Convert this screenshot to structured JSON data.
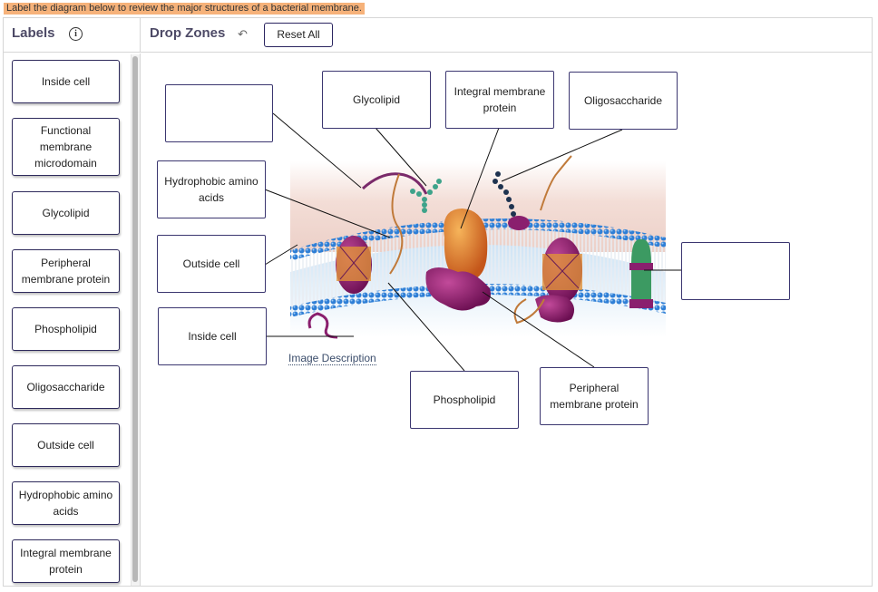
{
  "instruction": "Label the diagram below to review the major structures of a bacterial membrane.",
  "labels_panel": {
    "title": "Labels",
    "info_icon": "info-icon",
    "items": [
      {
        "label": "Inside cell"
      },
      {
        "label": "Functional membrane microdomain"
      },
      {
        "label": "Glycolipid"
      },
      {
        "label": "Peripheral membrane protein"
      },
      {
        "label": "Phospholipid"
      },
      {
        "label": "Oligosaccharide"
      },
      {
        "label": "Outside cell"
      },
      {
        "label": "Hydrophobic amino acids"
      },
      {
        "label": "Integral membrane protein"
      }
    ]
  },
  "drop_panel": {
    "title": "Drop Zones",
    "undo_icon": "undo-arrow-icon",
    "reset_label": "Reset All",
    "zones": [
      {
        "label": ""
      },
      {
        "label": "Glycolipid"
      },
      {
        "label": "Integral membrane protein"
      },
      {
        "label": "Oligosaccharide"
      },
      {
        "label": "Hydrophobic amino acids"
      },
      {
        "label": "Outside cell"
      },
      {
        "label": "Inside cell"
      },
      {
        "label": ""
      },
      {
        "label": "Phospholipid"
      },
      {
        "label": "Peripheral membrane protein"
      }
    ],
    "image_description_link": "Image Description"
  },
  "colors": {
    "accent": "#2e2a5c",
    "instruction_highlight": "#f6b27a",
    "membrane_blue": "#3b86d8",
    "protein_purple": "#8a1f6e",
    "protein_orange": "#e8862a"
  }
}
